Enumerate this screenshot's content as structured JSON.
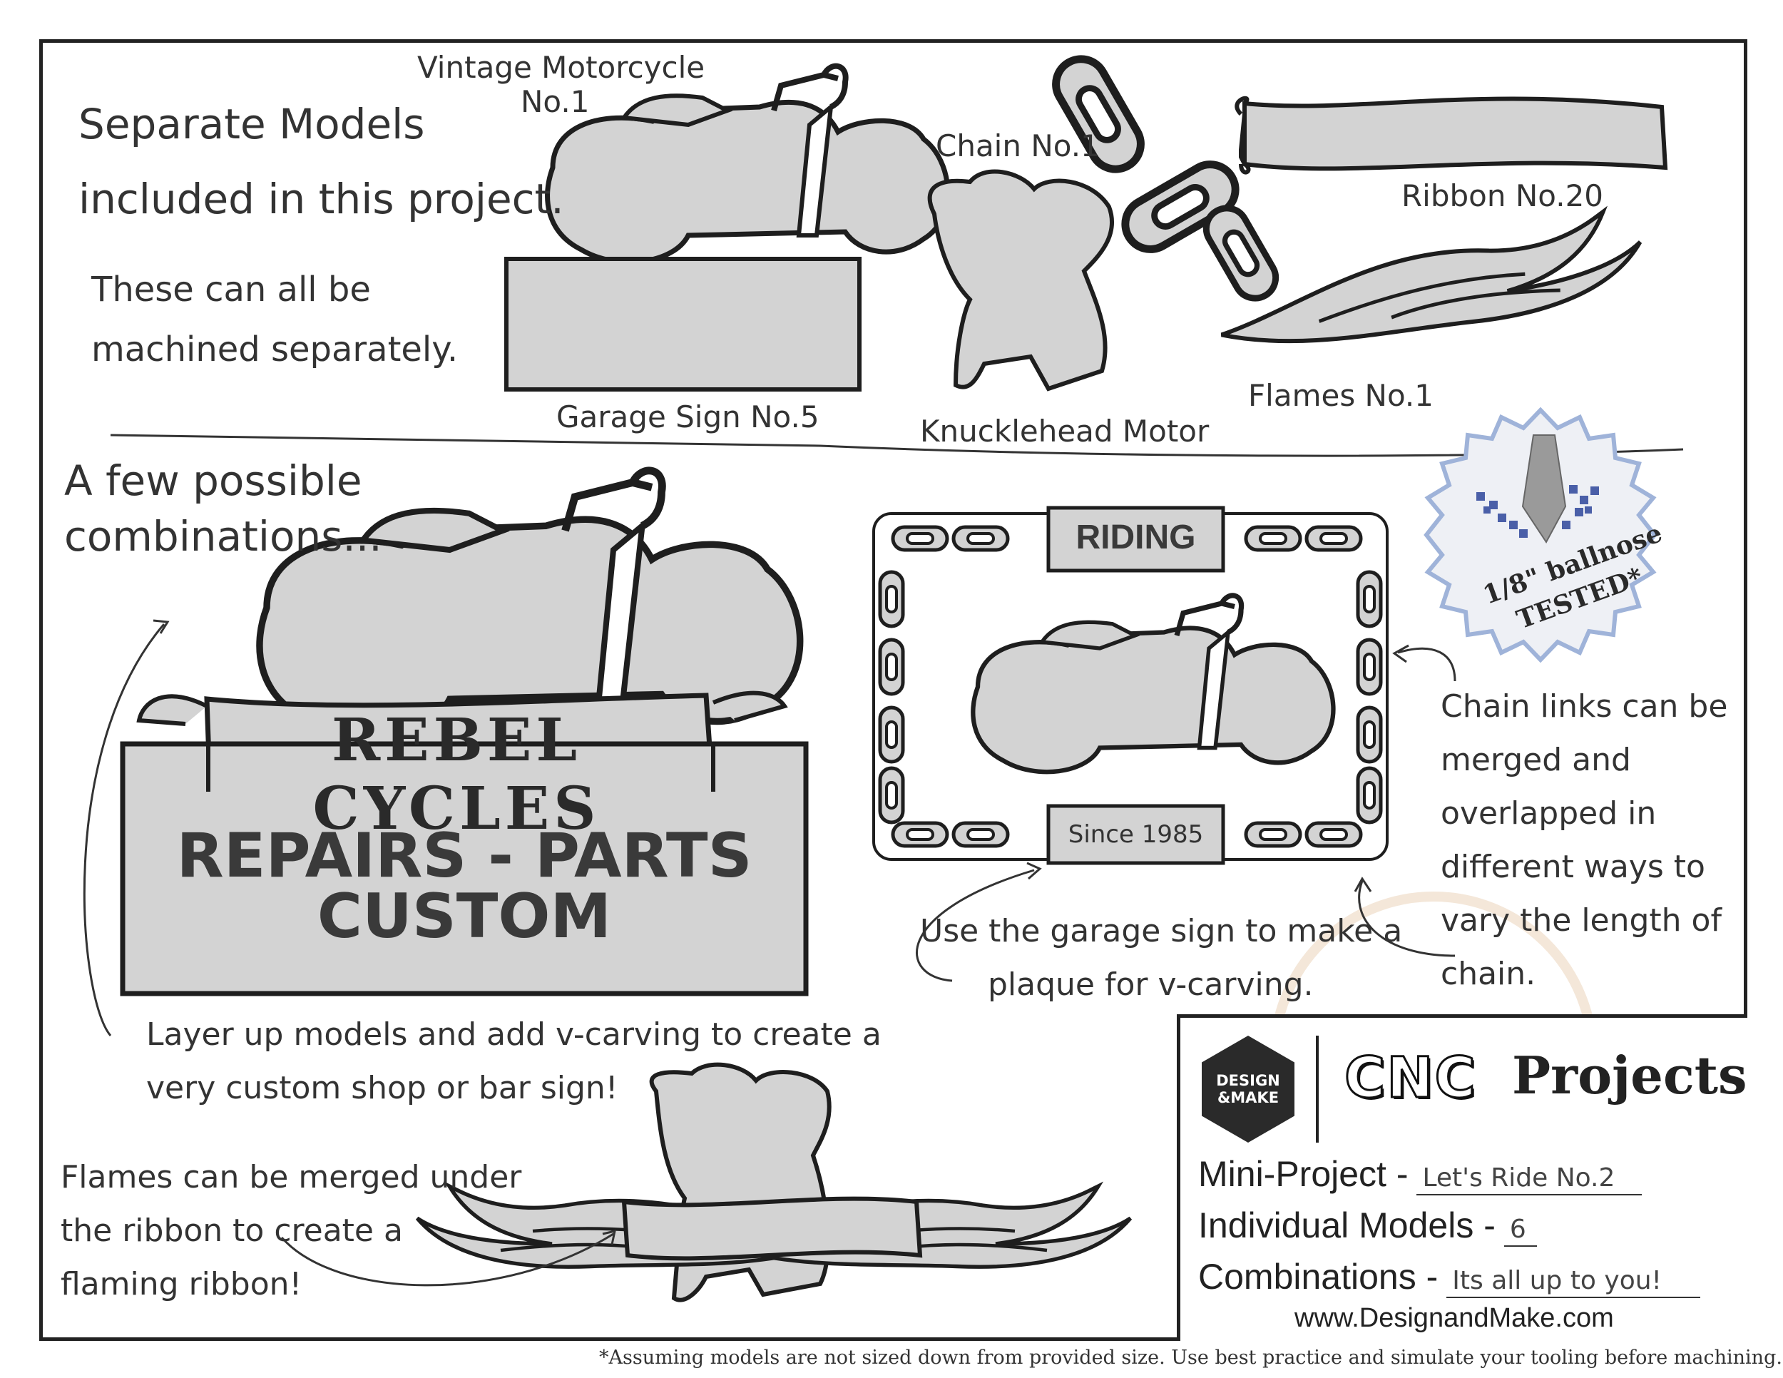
{
  "intro": {
    "heading_line1": "Separate Models",
    "heading_line2": "included in this project.",
    "sub_line1": "These can all be",
    "sub_line2": "machined separately."
  },
  "models": {
    "motorcycle_line1": "Vintage Motorcycle",
    "motorcycle_line2": "No.1",
    "chain": "Chain No.1",
    "ribbon": "Ribbon No.20",
    "garage_sign": "Garage Sign No.5",
    "knucklehead": "Knucklehead Motor",
    "flames": "Flames No.1"
  },
  "combinations": {
    "heading_line1": "A few possible",
    "heading_line2": "combinations...",
    "rebel_text": "REBEL CYCLES",
    "sign_line1": "REPAIRS - PARTS",
    "sign_line2": "CUSTOM",
    "riding_text": "RIDING",
    "since_text": "Since 1985"
  },
  "badge": {
    "line1": "1/8\" ballnose",
    "line2": "TESTED*"
  },
  "notes": {
    "chain_1": "Chain links can be",
    "chain_2": "merged and",
    "chain_3": "overlapped in",
    "chain_4": "different ways to",
    "chain_5": "vary the length of",
    "chain_6": "chain.",
    "plaque_1": "Use the garage sign to make a",
    "plaque_2": "plaque for v-carving.",
    "layer_1": "Layer up models and add v-carving to create a",
    "layer_2": "very custom shop or bar sign!",
    "flames_1": "Flames can be merged under",
    "flames_2": "the ribbon to create a",
    "flames_3": "flaming ribbon!"
  },
  "panel": {
    "logo_line1": "DESIGN",
    "logo_line2": "&MAKE",
    "cnc": "CNC",
    "projects": "Projects",
    "mini_label": "Mini-Project -",
    "mini_value": "Let's Ride No.2",
    "models_label": "Individual Models -",
    "models_value": "6",
    "combos_label": "Combinations -",
    "combos_value": "Its all up to you!",
    "website": "www.DesignandMake.com"
  },
  "footnote": "*Assuming models are not sized down from provided size. Use best practice and simulate your tooling before machining.",
  "colors": {
    "fill": "#d3d3d3",
    "stroke": "#1e1e1e",
    "badge_border": "#9fb3d9",
    "pixels": "#4a5fa8"
  },
  "icons": [
    "motorcycle-icon",
    "chain-icon",
    "ribbon-icon",
    "engine-icon",
    "flames-icon",
    "arrow-icon"
  ]
}
